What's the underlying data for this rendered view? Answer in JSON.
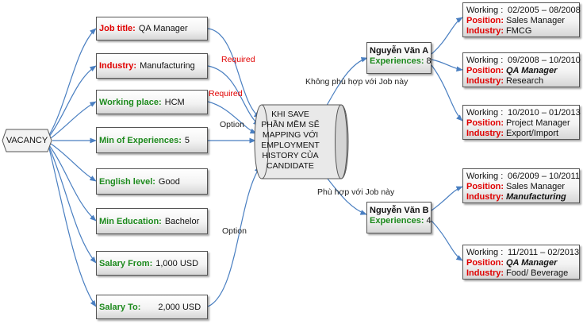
{
  "vacancy": {
    "label": "VACANCY"
  },
  "fields": [
    {
      "label": "Job title:",
      "value": "QA Manager",
      "label_color": "red"
    },
    {
      "label": "Industry:",
      "value": "Manufacturing",
      "label_color": "red"
    },
    {
      "label": "Working place:",
      "value": "HCM",
      "label_color": "green"
    },
    {
      "label": "Min of Experiences:",
      "value": "5",
      "label_color": "green"
    },
    {
      "label": "English level:",
      "value": "Good",
      "label_color": "green"
    },
    {
      "label": "Min Education:",
      "value": "Bachelor",
      "label_color": "green"
    },
    {
      "label": "Salary From:",
      "value": "1,000 USD",
      "label_color": "green"
    },
    {
      "label": "Salary To:",
      "value": "2,000 USD",
      "label_color": "green"
    }
  ],
  "edge_labels": {
    "required_1": "Required",
    "required_2": "Required",
    "option_1": "Option",
    "option_2": "Option",
    "not_match": "Không phù hợp với Job này",
    "match": "Phù hợp với Job này"
  },
  "process": {
    "lines": [
      "KHI SAVE",
      "PHẦN MỀM SẼ",
      "MAPPING VỚI",
      "EMPLOYMENT",
      "HISTORY CỦA",
      "CANDIDATE"
    ]
  },
  "candidates": [
    {
      "name": "Nguyễn Văn A",
      "exp_label": "Experiences:",
      "exp_value": "8",
      "history": [
        {
          "working_label": "Working :",
          "period": "02/2005 – 08/2008",
          "position_label": "Position:",
          "position": "Sales Manager",
          "industry_label": "Industry:",
          "industry": "FMCG",
          "position_emph": false,
          "industry_emph": false
        },
        {
          "working_label": "Working :",
          "period": "09/2008 – 10/2010",
          "position_label": "Position:",
          "position": "QA Manager",
          "industry_label": "Industry:",
          "industry": "Research",
          "position_emph": true,
          "industry_emph": false
        },
        {
          "working_label": "Working :",
          "period": "10/2010 – 01/2013",
          "position_label": "Position:",
          "position": "Project Manager",
          "industry_label": "Industry:",
          "industry": "Export/Import",
          "position_emph": false,
          "industry_emph": false
        }
      ]
    },
    {
      "name": "Nguyễn Văn B",
      "exp_label": "Experiences:",
      "exp_value": "4",
      "history": [
        {
          "working_label": "Working :",
          "period": "06/2009 – 10/2011",
          "position_label": "Position:",
          "position": "Sales Manager",
          "industry_label": "Industry:",
          "industry": "Manufacturing",
          "position_emph": false,
          "industry_emph": true
        },
        {
          "working_label": "Working :",
          "period": "11/2011 – 02/2013",
          "position_label": "Position:",
          "position": "QA Manager",
          "industry_label": "Industry:",
          "industry": "Food/ Beverage",
          "position_emph": true,
          "industry_emph": false
        }
      ]
    }
  ],
  "colors": {
    "connector": "#4a7fc1",
    "label_red": "#e00000",
    "label_green": "#1d8a1d"
  }
}
